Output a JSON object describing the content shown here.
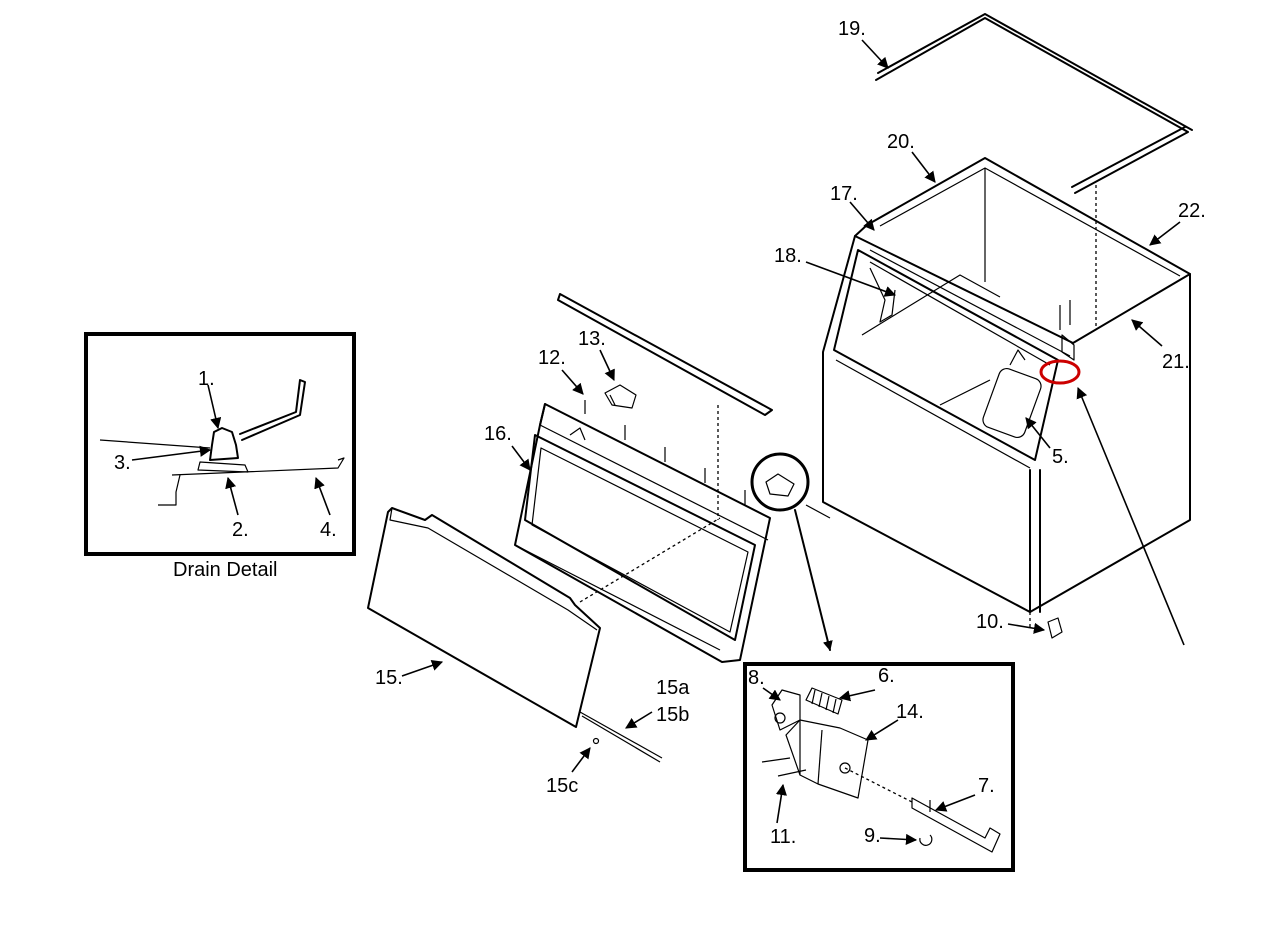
{
  "colors": {
    "line": "#000000",
    "background": "#ffffff",
    "highlight": "#cc0000"
  },
  "callouts": {
    "c1": "1.",
    "c2": "2.",
    "c3": "3.",
    "c4": "4.",
    "c5": "5.",
    "c6": "6.",
    "c7": "7.",
    "c8": "8.",
    "c9": "9.",
    "c10": "10.",
    "c11": "11.",
    "c12": "12.",
    "c13": "13.",
    "c14": "14.",
    "c15": "15.",
    "c15a": "15a",
    "c15b": "15b",
    "c15c": "15c",
    "c16": "16.",
    "c17": "17.",
    "c18": "18.",
    "c19": "19.",
    "c20": "20.",
    "c21": "21.",
    "c22": "22."
  },
  "drain_detail": {
    "caption": "Drain Detail"
  }
}
